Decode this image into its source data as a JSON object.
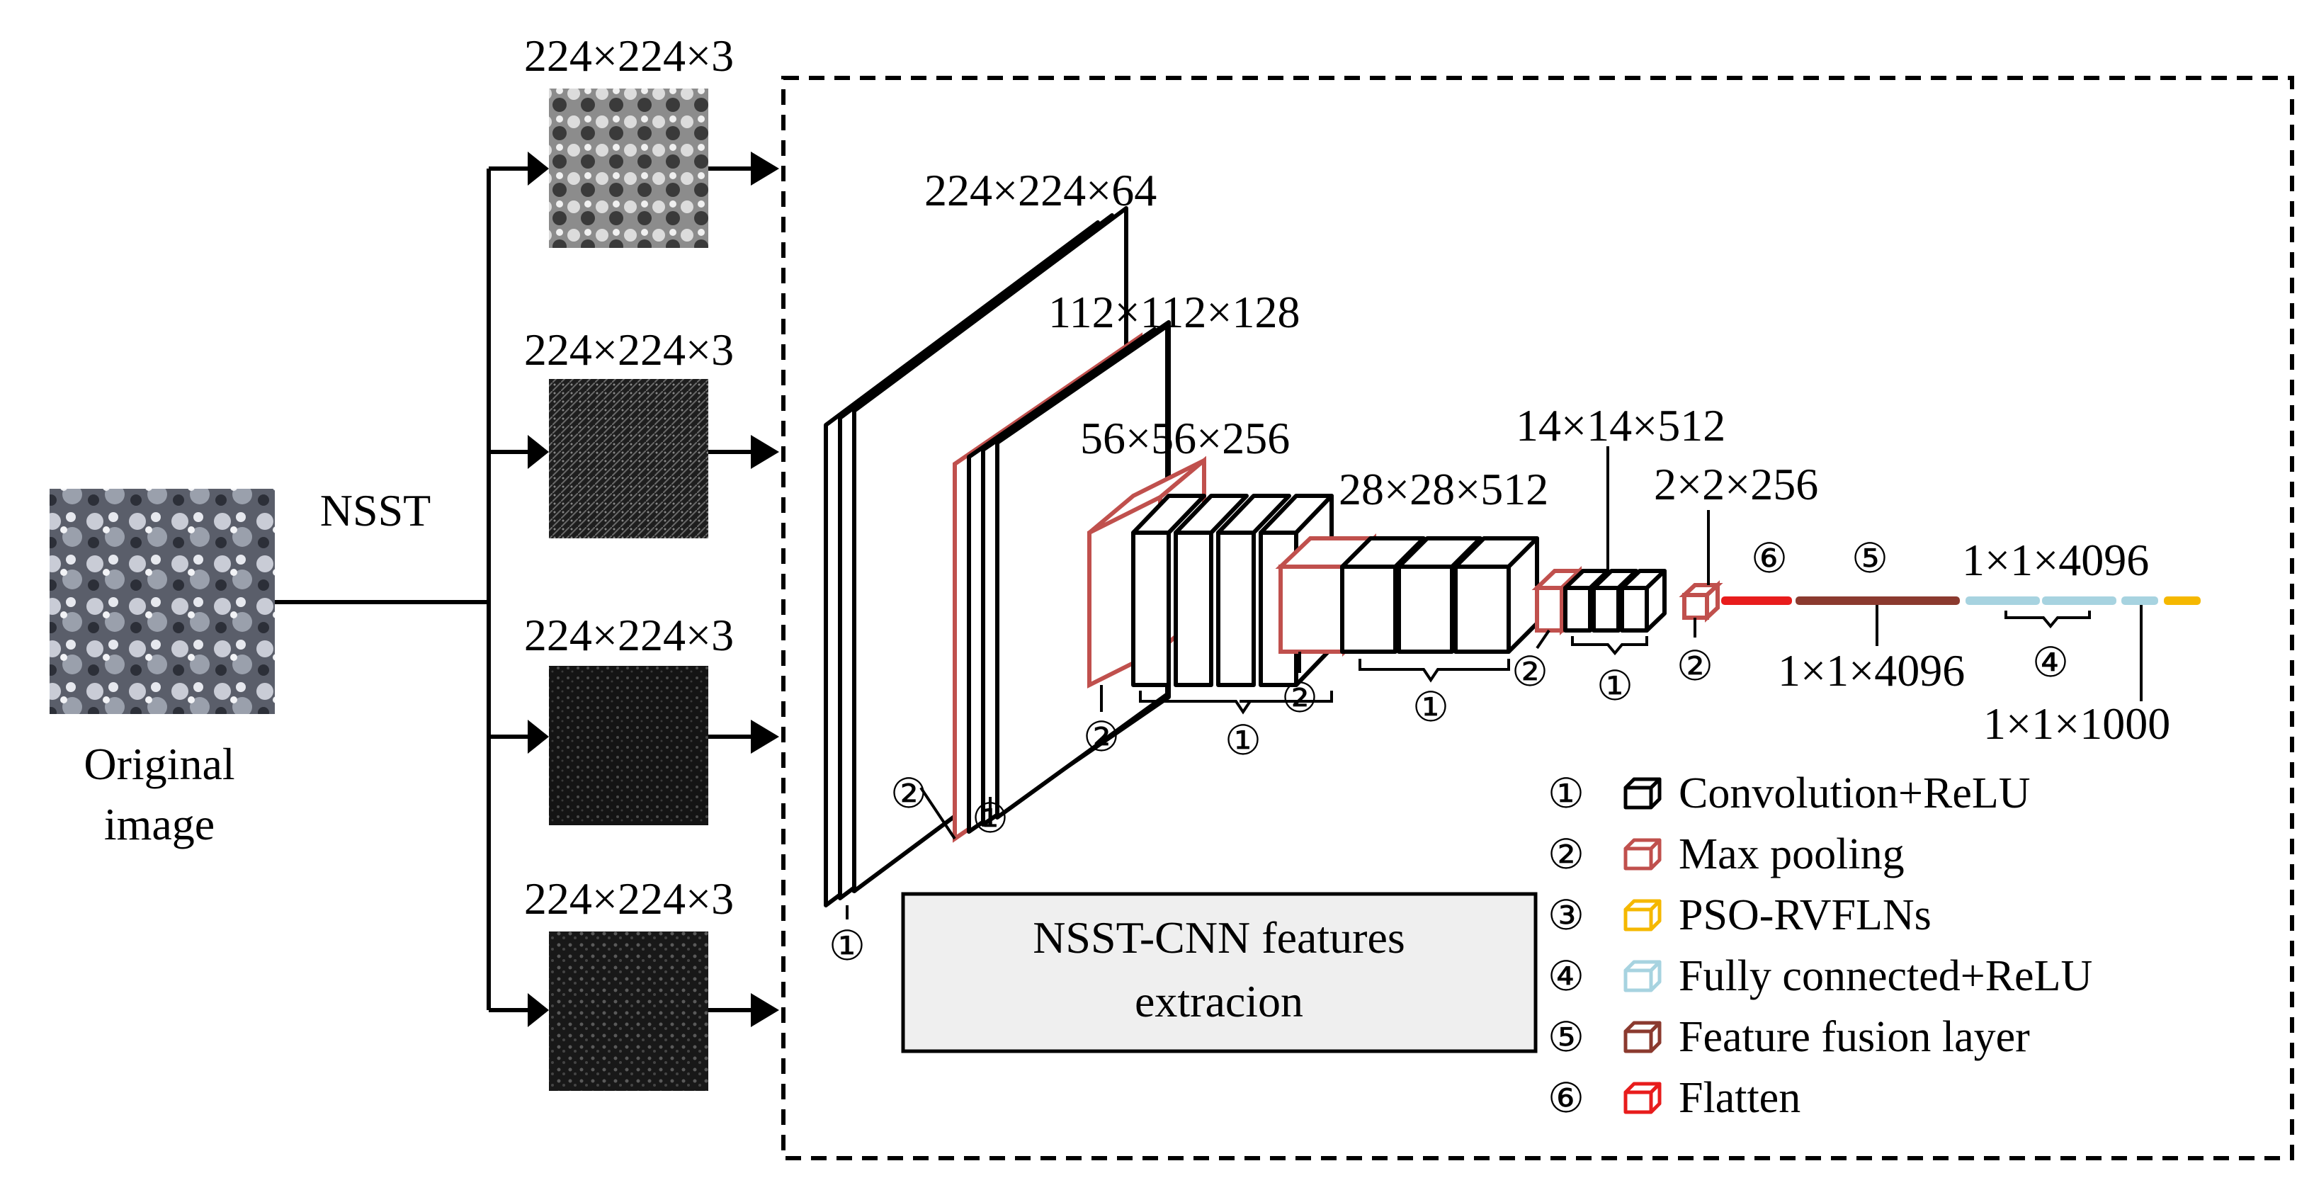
{
  "original_image": {
    "caption_line1": "Original",
    "caption_line2": "image"
  },
  "transform_label": "NSST",
  "subband_size_label": "224×224×3",
  "subband_count": 4,
  "block_dims": {
    "conv1": "224×224×64",
    "conv2": "112×112×128",
    "conv3": "56×56×256",
    "conv4": "28×28×512",
    "conv5": "14×14×512",
    "pool5": "2×2×256",
    "fc_top": "1×1×4096",
    "fusion": "1×1×4096",
    "output": "1×1×1000"
  },
  "step_markers": {
    "one": "①",
    "two": "②",
    "four": "④",
    "five": "⑤",
    "six": "⑥"
  },
  "extraction_title": {
    "line1": "NSST-CNN features",
    "line2": "extracion"
  },
  "legend": [
    {
      "marker": "①",
      "label": "Convolution+ReLU",
      "color": "#000000"
    },
    {
      "marker": "②",
      "label": "Max pooling",
      "color": "#c0504d"
    },
    {
      "marker": "③",
      "label": "PSO-RVFLNs",
      "color": "#f5b800"
    },
    {
      "marker": "④",
      "label": "Fully connected+ReLU",
      "color": "#a7d3e0"
    },
    {
      "marker": "⑤",
      "label": "Feature fusion layer",
      "color": "#8b3a2f"
    },
    {
      "marker": "⑥",
      "label": "Flatten",
      "color": "#e81c1c"
    }
  ],
  "colors": {
    "conv": "#000000",
    "pool": "#c0504d",
    "rvfl": "#f5b800",
    "fc": "#a7d3e0",
    "fusion": "#8b3a2f",
    "flatten": "#e81c1c"
  }
}
